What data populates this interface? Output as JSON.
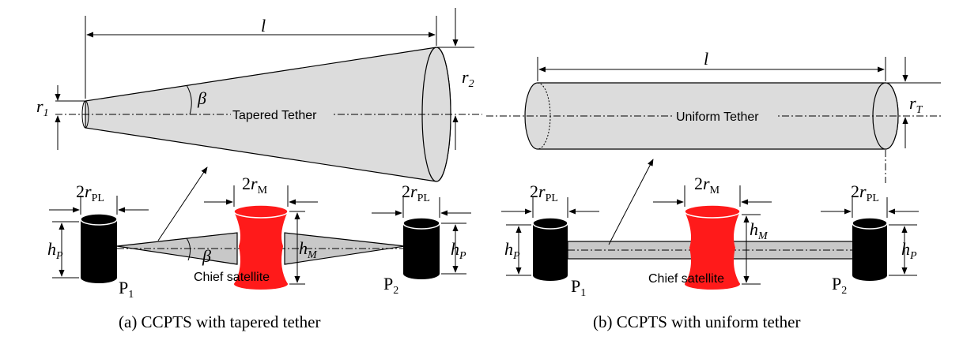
{
  "labels": {
    "length": "l",
    "r1_main": "r",
    "r1_sub": "1",
    "r2_main": "r",
    "r2_sub": "2",
    "rT_main": "r",
    "rT_sub": "T",
    "beta": "β",
    "tapered_tether": "Tapered Tether",
    "uniform_tether": "Uniform Tether",
    "two": "2",
    "r_main": "r",
    "pl_sub": "PL",
    "m_sub": "M",
    "h_main": "h",
    "p_sub": "P",
    "P_main": "P",
    "p1_sub": "1",
    "p2_sub": "2",
    "chief_satellite": "Chief satellite"
  },
  "captions": {
    "a": "(a) CCPTS with tapered tether",
    "b": "(b) CCPTS with uniform tether"
  },
  "colors": {
    "chief_satellite": "#ff1a1a",
    "payload": "#000000",
    "tether": "#dcdcdc"
  }
}
